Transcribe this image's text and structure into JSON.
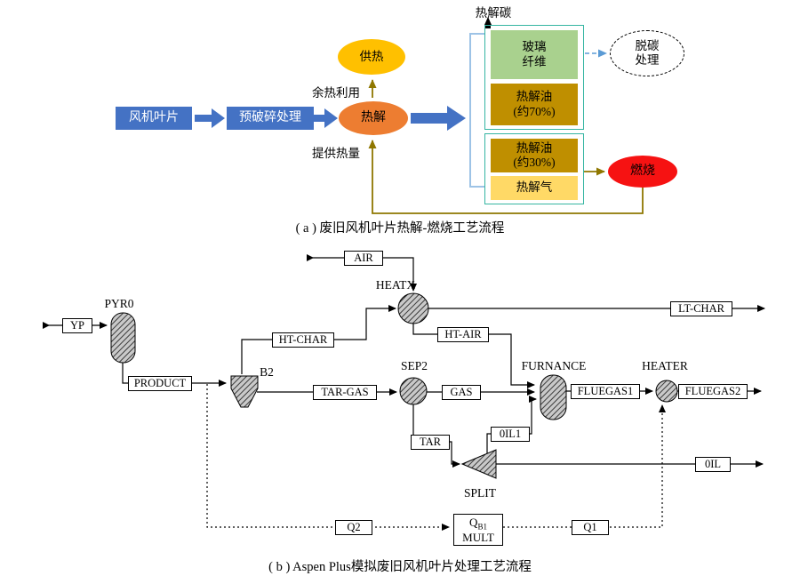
{
  "colors": {
    "process_blue": "#4472C4",
    "pyrolysis_orange": "#ED7D31",
    "heat_amber": "#FFC000",
    "combustion_red": "#F61212",
    "fiber_green": "#A9D18E",
    "oil_dark_yellow": "#BF8F00",
    "gas_yellow": "#FFD966",
    "group_teal": "#35B5A2",
    "bracket_light_blue": "#9DC3E6",
    "heat_line_olive": "#8F7700",
    "dashed_blue": "#5B9BD5"
  },
  "part_a": {
    "caption": "( a ) 废旧风机叶片热解-燃烧工艺流程",
    "pyro_carbon": "热解碳",
    "heat_supply": "供热",
    "waste_heat": "余热利用",
    "provide_heat": "提供热量",
    "blade": "风机叶片",
    "pre_crush": "预破碎处理",
    "pyrolysis": "热解",
    "glass_fiber": "玻璃\n纤维",
    "oil70": "热解油\n(约70%)",
    "oil30": "热解油\n(约30%)",
    "pyro_gas": "热解气",
    "decarb": "脱碳\n处理",
    "combustion": "燃烧"
  },
  "part_b": {
    "caption": "( b ) Aspen Plus模拟废旧风机叶片处理工艺流程",
    "units": {
      "pyr0": "PYR0",
      "heatx": "HEATX",
      "b2": "B2",
      "sep2": "SEP2",
      "furnance": "FURNANCE",
      "heater": "HEATER",
      "split": "SPLIT",
      "mult_q": "Q",
      "mult_q_sub": "B1",
      "mult_name": "MULT"
    },
    "streams": {
      "yp": "YP",
      "air": "AIR",
      "ht_char": "HT-CHAR",
      "lt_char": "LT-CHAR",
      "ht_air": "HT-AIR",
      "product": "PRODUCT",
      "tar_gas": "TAR-GAS",
      "gas": "GAS",
      "fluegas1": "FLUEGAS1",
      "fluegas2": "FLUEGAS2",
      "tar": "TAR",
      "oil1": "0IL1",
      "oil": "0IL",
      "q2": "Q2",
      "q1": "Q1"
    }
  }
}
